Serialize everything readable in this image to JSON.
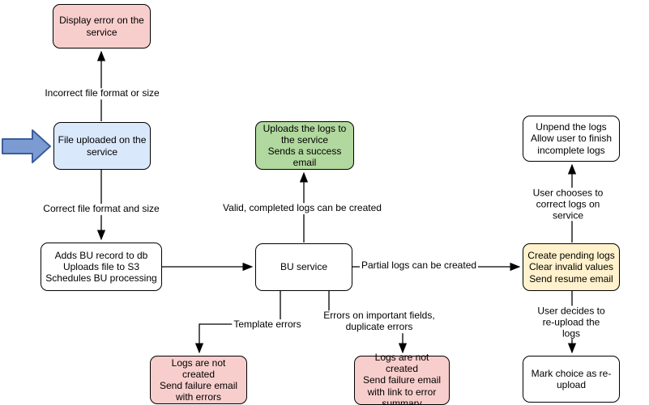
{
  "diagram": {
    "nodes": {
      "display_error": {
        "label": "Display error on the\nservice",
        "fill": "#F8CECC"
      },
      "file_uploaded": {
        "label": "File uploaded on the\nservice",
        "fill": "#DAE8FC"
      },
      "adds_bu_record": {
        "label": "Adds BU record to db\nUploads file to S3\nSchedules BU processing",
        "fill": "#FFFFFF"
      },
      "bu_service": {
        "label": "BU service",
        "fill": "#FFFFFF"
      },
      "uploads_logs": {
        "label": "Uploads the logs to\nthe service\nSends a success\nemail",
        "fill": "#B1D89E"
      },
      "unpend_logs": {
        "label": "Unpend the logs\nAllow user to finish\nincomplete logs",
        "fill": "#FFFFFF"
      },
      "create_pending_logs": {
        "label": "Create pending logs\nClear invalid values\nSend resume email",
        "fill": "#FFF2CC"
      },
      "mark_choice": {
        "label": "Mark choice as re-\nupload",
        "fill": "#FFFFFF"
      },
      "logs_not_created_errors": {
        "label": "Logs are not created\nSend failure email\nwith errors",
        "fill": "#F8CECC"
      },
      "logs_not_created_summary": {
        "label": "Logs are not created\nSend failure email\nwith link to error\nsummary",
        "fill": "#F8CECC"
      }
    },
    "edge_labels": {
      "incorrect_file": "Incorrect file format or size",
      "correct_file": "Correct file format and size",
      "valid_logs": "Valid, completed logs can be created",
      "partial_logs": "Partial logs can be created",
      "template_errors": "Template errors",
      "important_errors": "Errors on important fields,\nduplicate errors",
      "user_chooses": "User chooses to correct logs on service",
      "user_decides": "User decides to re-upload the logs"
    },
    "colors": {
      "error_fill": "#F8CECC",
      "input_fill": "#DAE8FC",
      "success_fill": "#B1D89E",
      "pending_fill": "#FFF2CC",
      "node_border": "#000000",
      "connector": "#000000",
      "entry_arrow_fill": "#7B9BD2",
      "entry_arrow_border": "#3A5E9C"
    }
  }
}
